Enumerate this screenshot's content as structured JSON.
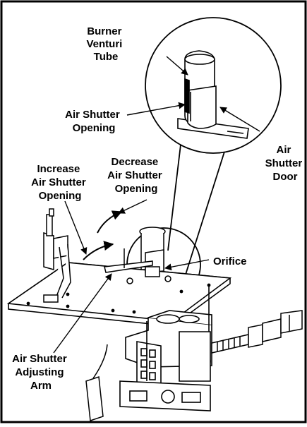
{
  "labels": {
    "burner_venturi": [
      "Burner",
      "Venturi",
      "Tube"
    ],
    "air_shutter_opening": [
      "Air Shutter",
      "Opening"
    ],
    "air_shutter_door": [
      "Air",
      "Shutter",
      "Door"
    ],
    "decrease_opening": [
      "Decrease",
      "Air Shutter",
      "Opening"
    ],
    "increase_opening": [
      "Increase",
      "Air Shutter",
      "Opening"
    ],
    "orifice": [
      "Orifice"
    ],
    "adjusting_arm": [
      "Air Shutter",
      "Adjusting",
      "Arm"
    ]
  }
}
